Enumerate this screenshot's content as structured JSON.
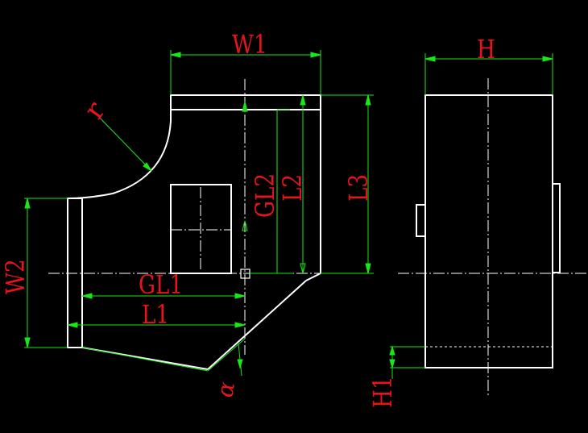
{
  "drawing": {
    "labels": {
      "w1": "W1",
      "h": "H",
      "r": "r",
      "gl2": "GL2",
      "l2": "L2",
      "l3": "L3",
      "w2": "W2",
      "gl1": "GL1",
      "l1": "L1",
      "alpha": "α",
      "h1": "H1"
    },
    "colors": {
      "background": "#000000",
      "outline": "#ffffff",
      "dimension_line": "#18e818",
      "dimension_text": "#e8141c"
    }
  }
}
